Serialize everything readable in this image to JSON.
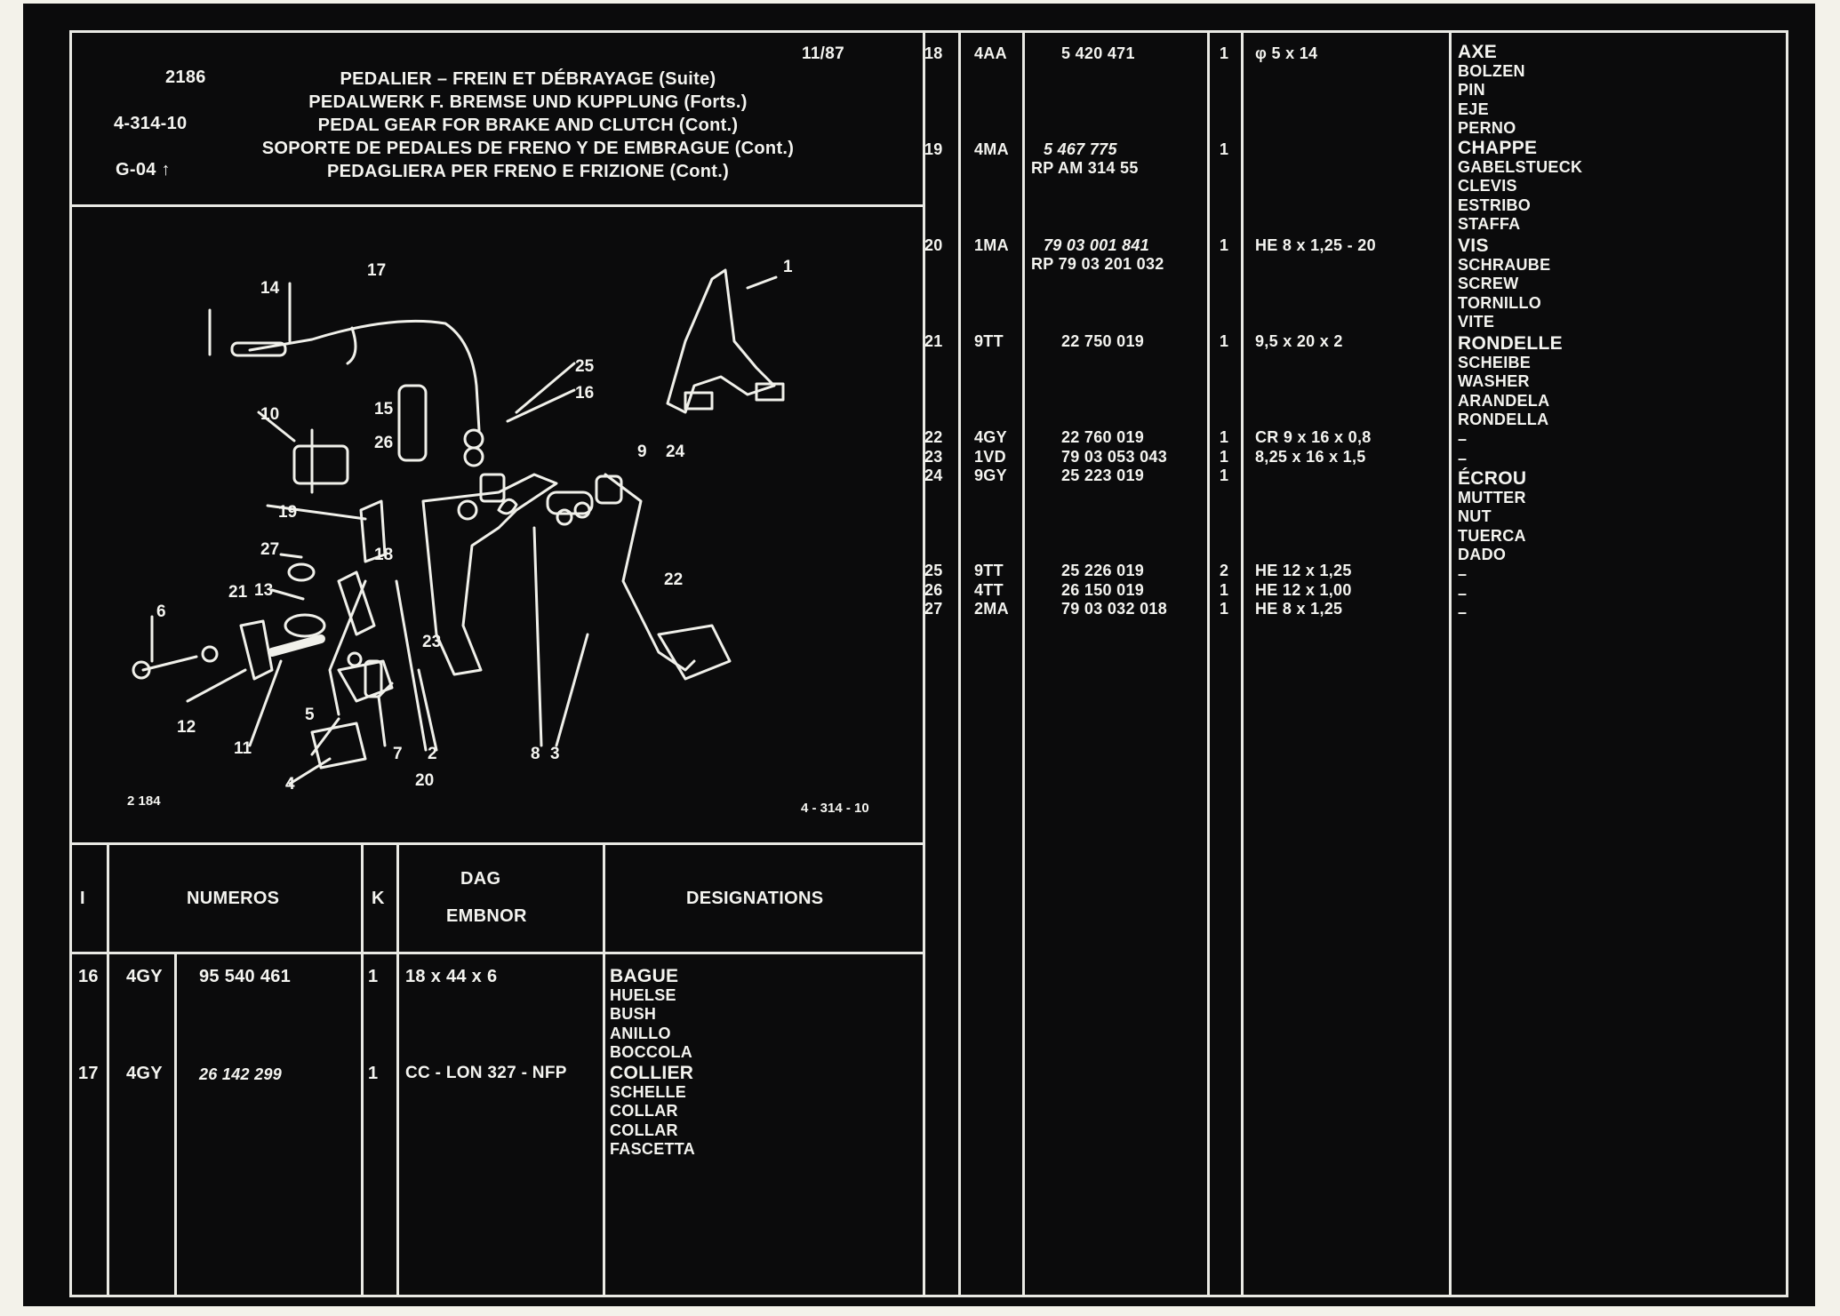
{
  "header": {
    "page_no": "2186",
    "ref": "4-314-10",
    "group": "G-04",
    "date": "11/87",
    "titles": [
      "PEDALIER – FREIN ET DÉBRAYAGE (Suite)",
      "PEDALWERK F. BREMSE UND KUPPLUNG (Forts.)",
      "PEDAL GEAR FOR BRAKE AND CLUTCH (Cont.)",
      "SOPORTE DE PEDALES DE FRENO Y DE EMBRAGUE (Cont.)",
      "PEDAGLIERA PER FRENO E FRIZIONE (Cont.)"
    ]
  },
  "diagram": {
    "code_left": "2 184",
    "code_right": "4 - 314 - 10",
    "callouts": [
      "1",
      "2",
      "3",
      "4",
      "5",
      "6",
      "7",
      "8",
      "9",
      "10",
      "11",
      "12",
      "13",
      "14",
      "15",
      "16",
      "17",
      "18",
      "19",
      "20",
      "21",
      "22",
      "23",
      "24",
      "25",
      "26",
      "27"
    ]
  },
  "table_header": {
    "col_index": "I",
    "col_numeros": "NUMEROS",
    "col_k": "K",
    "col_dag": "DAG",
    "col_embnor": "EMBNOR",
    "col_designations": "DESIGNATIONS"
  },
  "left_rows": [
    {
      "i": "16",
      "code": "4GY",
      "num": "95 540 461",
      "num2": "",
      "k": "1",
      "dim": "18 x 44 x 6",
      "desig": [
        "BAGUE",
        "HUELSE",
        "BUSH",
        "ANILLO",
        "BOCCOLA"
      ]
    },
    {
      "i": "17",
      "code": "4GY",
      "num": "26 142 299",
      "num2": "",
      "k": "1",
      "dim": "CC - LON 327 - NFP",
      "desig": [
        "COLLIER",
        "SCHELLE",
        "COLLAR",
        "COLLAR",
        "FASCETTA"
      ]
    }
  ],
  "right_rows": [
    {
      "i": "18",
      "code": "4AA",
      "num": "5 420 471",
      "num2": "",
      "k": "1",
      "dim": "φ 5 x 14"
    },
    {
      "i": "19",
      "code": "4MA",
      "num": "5 467 775",
      "num2": "RP AM 314 55",
      "k": "1",
      "dim": ""
    },
    {
      "i": "20",
      "code": "1MA",
      "num": "79 03 001 841",
      "num2": "RP 79 03 201 032",
      "k": "1",
      "dim": "HE 8 x 1,25 - 20"
    },
    {
      "i": "21",
      "code": "9TT",
      "num": "22 750 019",
      "num2": "",
      "k": "1",
      "dim": "9,5 x 20 x 2"
    },
    {
      "i": "22",
      "code": "4GY",
      "num": "22 760 019",
      "num2": "",
      "k": "1",
      "dim": "CR 9 x 16 x 0,8"
    },
    {
      "i": "23",
      "code": "1VD",
      "num": "79 03 053 043",
      "num2": "",
      "k": "1",
      "dim": "8,25 x 16 x 1,5"
    },
    {
      "i": "24",
      "code": "9GY",
      "num": "25 223 019",
      "num2": "",
      "k": "1",
      "dim": ""
    },
    {
      "i": "25",
      "code": "9TT",
      "num": "25 226 019",
      "num2": "",
      "k": "2",
      "dim": "HE 12 x 1,25"
    },
    {
      "i": "26",
      "code": "4TT",
      "num": "26 150 019",
      "num2": "",
      "k": "1",
      "dim": "HE 12 x 1,00"
    },
    {
      "i": "27",
      "code": "2MA",
      "num": "79 03 032 018",
      "num2": "",
      "k": "1",
      "dim": "HE 8 x 1,25"
    }
  ],
  "right_designations": [
    [
      "AXE",
      "BOLZEN",
      "PIN",
      "EJE",
      "PERNO"
    ],
    [
      "CHAPPE",
      "GABELSTUECK",
      "CLEVIS",
      "ESTRIBO",
      "STAFFA"
    ],
    [
      "VIS",
      "SCHRAUBE",
      "SCREW",
      "TORNILLO",
      "VITE"
    ],
    [
      "RONDELLE",
      "SCHEIBE",
      "WASHER",
      "ARANDELA",
      "RONDELLA"
    ],
    [
      "–",
      "–"
    ],
    [
      "ÉCROU",
      "MUTTER",
      "NUT",
      "TUERCA",
      "DADO"
    ],
    [
      "–",
      "–",
      "–"
    ]
  ]
}
